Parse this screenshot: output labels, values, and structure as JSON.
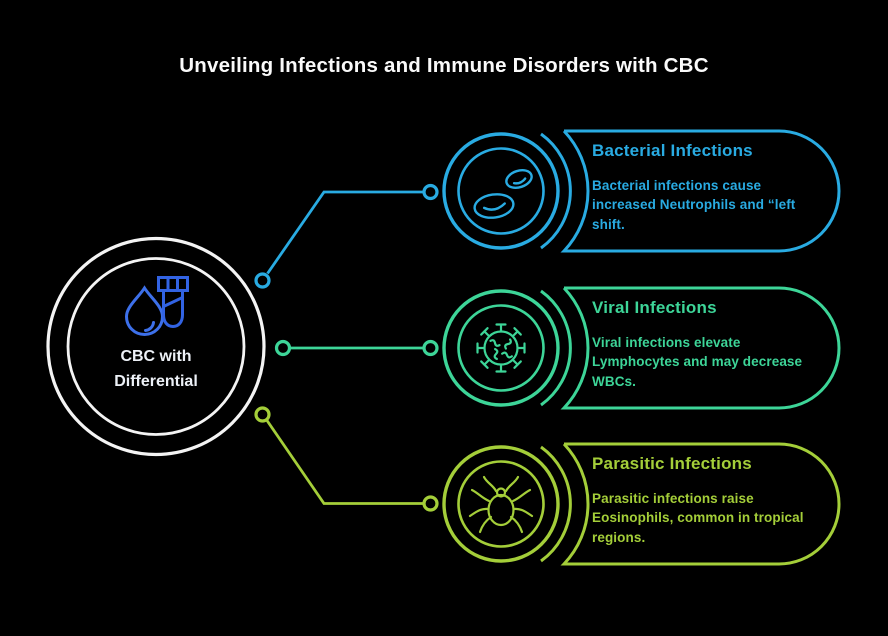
{
  "header": {
    "title": "Unveiling Infections and Immune Disorders with CBC"
  },
  "hub": {
    "label": "CBC with Differential",
    "ring_color": "#F4F4F4",
    "icons": [
      "blood-drop-icon",
      "test-tube-icon"
    ],
    "drop_icon_color": "#3D70EA",
    "tube_icon_color": "#3263E3"
  },
  "cards": [
    {
      "id": "bacterial",
      "title": "Bacterial Infections",
      "body": "Bacterial infections cause increased Neutrophils and “left shift.",
      "color": "#29ABE2",
      "icon": "red-blood-cells-icon"
    },
    {
      "id": "viral",
      "title": "Viral Infections",
      "body": "Viral infections elevate Lymphocytes and may decrease WBCs.",
      "color": "#3DD598",
      "icon": "virus-icon"
    },
    {
      "id": "parasitic",
      "title": "Parasitic Infections",
      "body": "Parasitic infections raise Eosinophils, common in tropical regions.",
      "color": "#A4CE39",
      "icon": "tick-icon"
    }
  ],
  "background_color": "#000000",
  "title_color": "#FAFAFA"
}
